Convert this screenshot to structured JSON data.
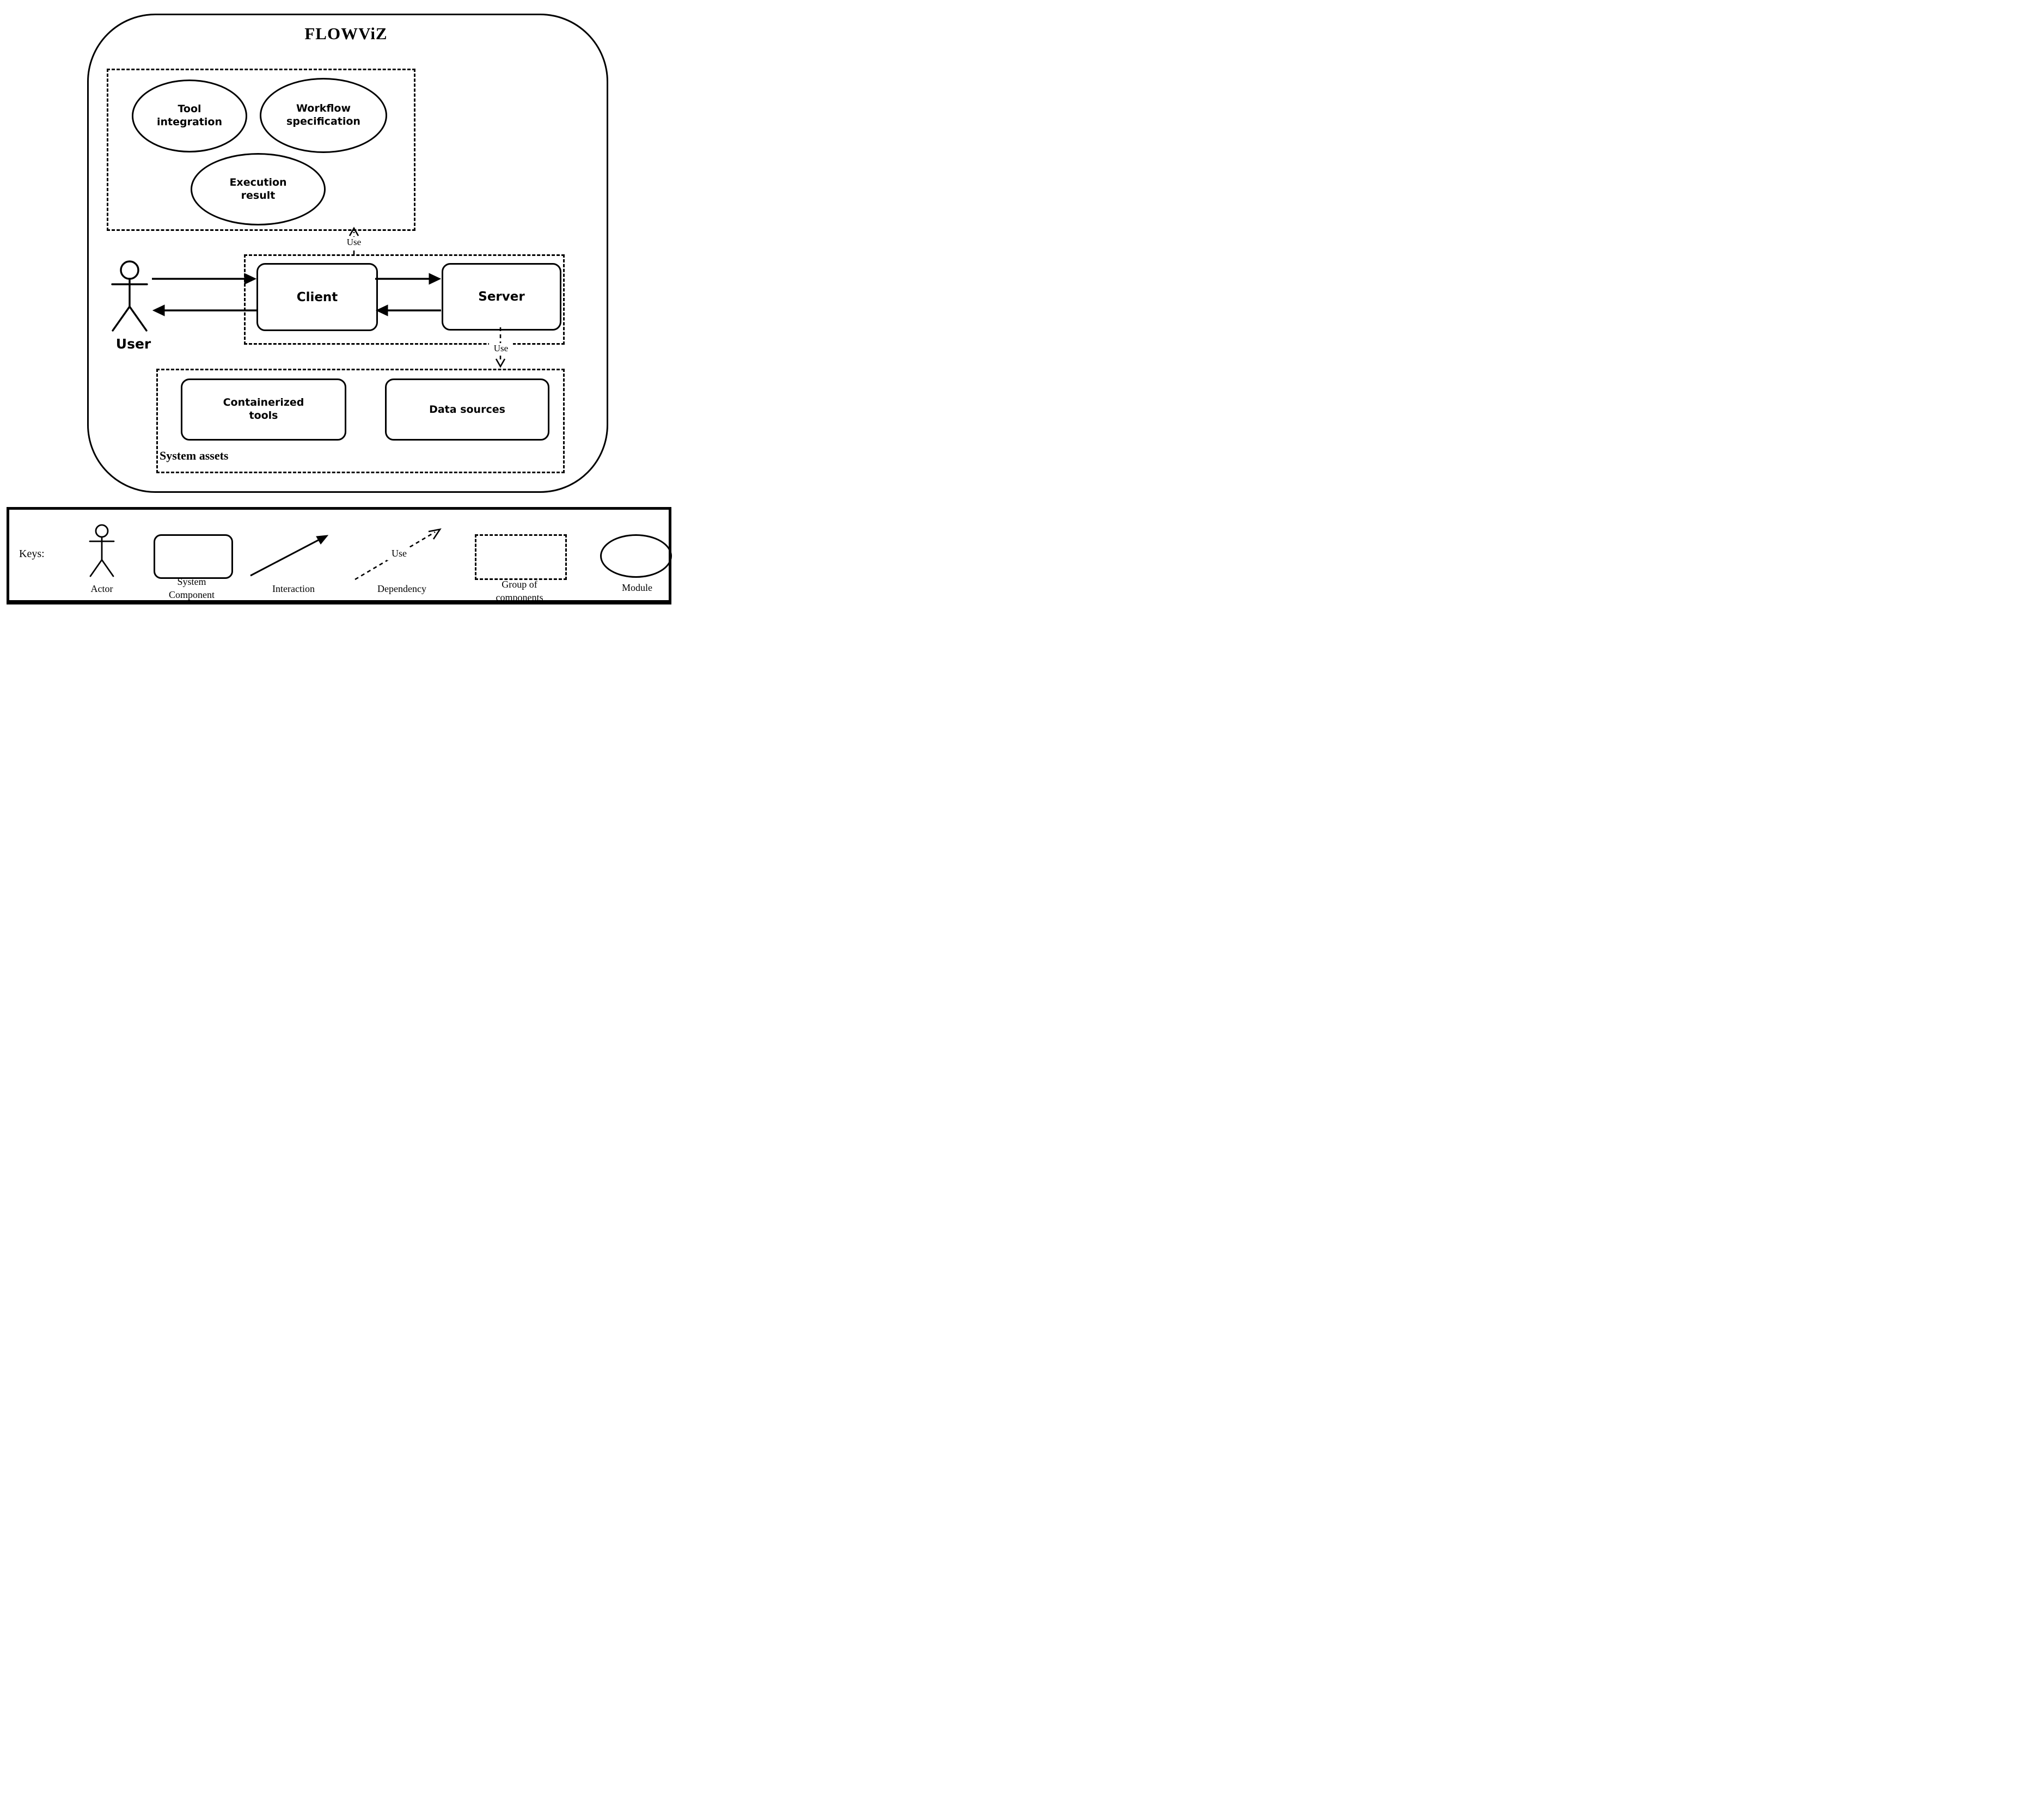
{
  "diagram": {
    "title": "FLOWViZ",
    "modules": {
      "items": [
        {
          "label": "Tool integration"
        },
        {
          "label": "Workflow specification"
        },
        {
          "label": "Execution result"
        }
      ]
    },
    "user": {
      "label": "User"
    },
    "client": {
      "label": "Client"
    },
    "server": {
      "label": "Server"
    },
    "system_assets": {
      "label": "System assets",
      "items": [
        {
          "label": "Containerized tools"
        },
        {
          "label": "Data sources"
        }
      ]
    },
    "dependencies": {
      "client_server_to_modules_label": "Use",
      "server_to_assets_label": "Use"
    }
  },
  "legend": {
    "title": "Keys:",
    "actor_label": "Actor",
    "system_component_label": "System Component",
    "interaction_label": "Interaction",
    "dependency_label": "Dependency",
    "dependency_use_label": "Use",
    "group_of_components_label": "Group of components",
    "module_label": "Module"
  },
  "colors": {
    "ink": "#000000",
    "background": "#ffffff"
  }
}
